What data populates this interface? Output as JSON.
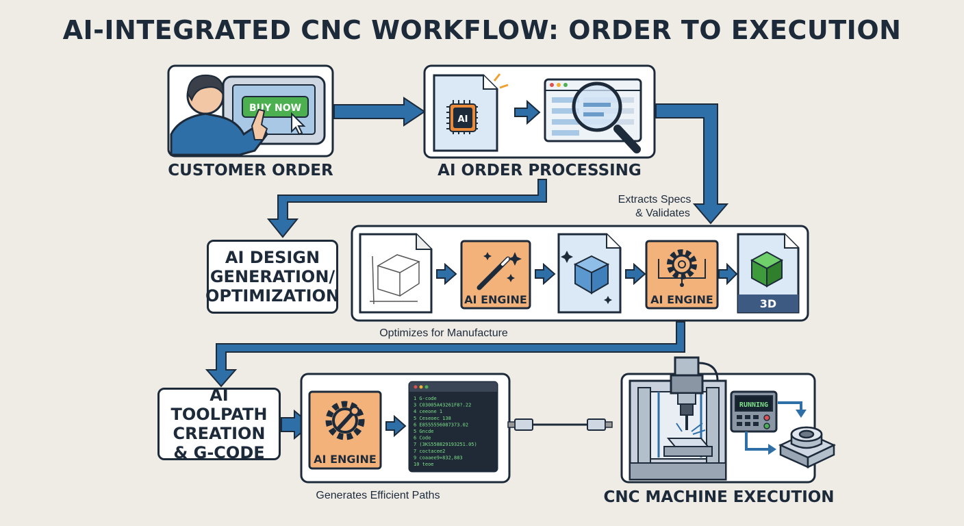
{
  "title": "AI-INTEGRATED CNC WORKFLOW: ORDER TO EXECUTION",
  "stages": {
    "customer_order": {
      "label": "CUSTOMER ORDER",
      "button": "BUY NOW"
    },
    "ai_order_processing": {
      "label": "AI ORDER PROCESSING",
      "chip": "AI",
      "note_line1": "Extracts Specs",
      "note_line2": "& Validates"
    },
    "ai_design": {
      "label": "AI DESIGN\nGENERATION/\nOPTIMIZATION",
      "engine1": "AI ENGINE",
      "engine2": "AI ENGINE",
      "badge_3d": "3D",
      "note": "Optimizes for Manufacture"
    },
    "ai_toolpath": {
      "label": "AI TOOLPATH\nCREATION\n& G-CODE",
      "engine": "AI ENGINE",
      "note": "Generates Efficient Paths",
      "code_lines": [
        "1  G-code",
        "3    C03005A43261F8?.22",
        "4    ceeone 1",
        "5    Ceseoec 138",
        "6    E8555556087373.02",
        "5    Gncde",
        "6   Code",
        "7    (3KS558829193251.05)",
        "7    coctacee2",
        "9    coaaee9+832,883",
        "10 teoe"
      ]
    },
    "cnc_execution": {
      "label": "CNC MACHINE EXECUTION",
      "status": "RUNNING"
    }
  },
  "colors": {
    "arrow": "#2f6fa8",
    "dark": "#1d2a3a",
    "engine": "#f3b27a",
    "paper": "#dbe8f5",
    "green": "#4caf50"
  }
}
